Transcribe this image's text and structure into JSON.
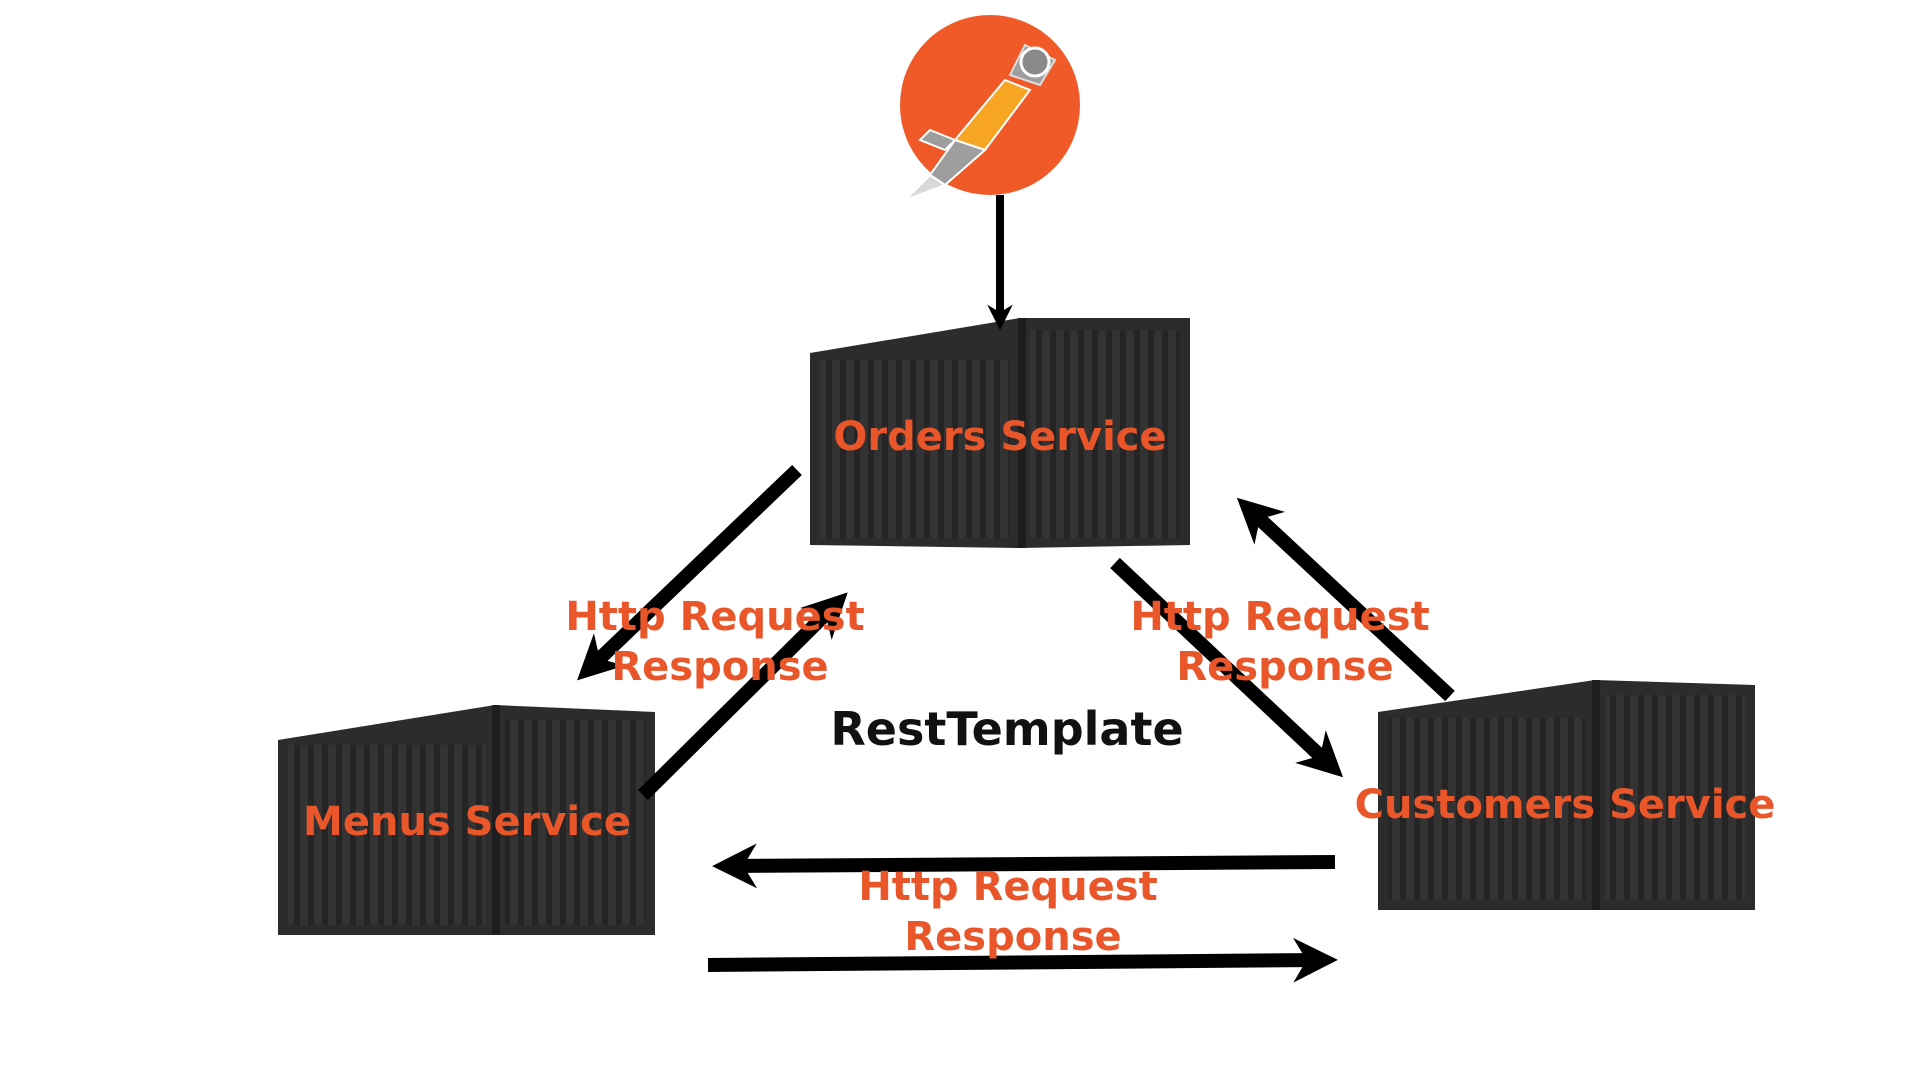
{
  "nodes": {
    "client": {
      "icon": "postman-rocket-icon",
      "color": "#f05a28"
    },
    "orders": {
      "label": "Orders Service"
    },
    "menus": {
      "label": "Menus Service"
    },
    "customers": {
      "label": "Customers Service"
    }
  },
  "edges": {
    "orders_menus": {
      "line1": "Http Request",
      "line2": "Response"
    },
    "orders_customers": {
      "line1": "Http Request",
      "line2": "Response"
    },
    "menus_customers": {
      "line1": "Http Request",
      "line2": "Response"
    }
  },
  "center_label": "RestTemplate",
  "colors": {
    "accent": "#e8562a",
    "container": "#3a3a3a",
    "arrow": "#000000"
  }
}
